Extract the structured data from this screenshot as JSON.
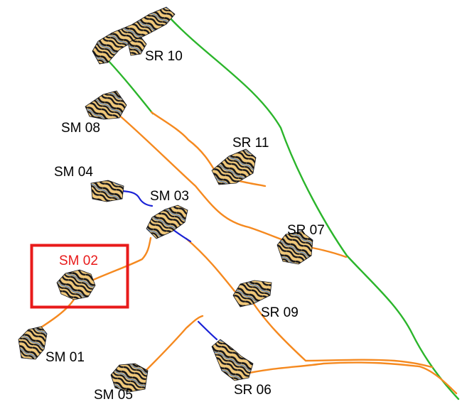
{
  "map": {
    "colors": {
      "green_route": "#2bb52b",
      "orange_route": "#f5891f",
      "blue_route": "#1a22d6",
      "selection": "#e81a1a",
      "label": "#000000",
      "terrain_dark": "#16161a",
      "terrain_light": "#f0c87a",
      "terrain_blue": "#2a6fd8"
    },
    "sites": [
      {
        "id": "SR 10",
        "selected": false
      },
      {
        "id": "SM 08",
        "selected": false
      },
      {
        "id": "SR 11",
        "selected": false
      },
      {
        "id": "SM 04",
        "selected": false
      },
      {
        "id": "SM 03",
        "selected": false
      },
      {
        "id": "SR 07",
        "selected": false
      },
      {
        "id": "SM 02",
        "selected": true
      },
      {
        "id": "SR 09",
        "selected": false
      },
      {
        "id": "SM 01",
        "selected": false
      },
      {
        "id": "SM 05",
        "selected": false
      },
      {
        "id": "SR 06",
        "selected": false
      }
    ],
    "selected_site": "SM 02"
  }
}
